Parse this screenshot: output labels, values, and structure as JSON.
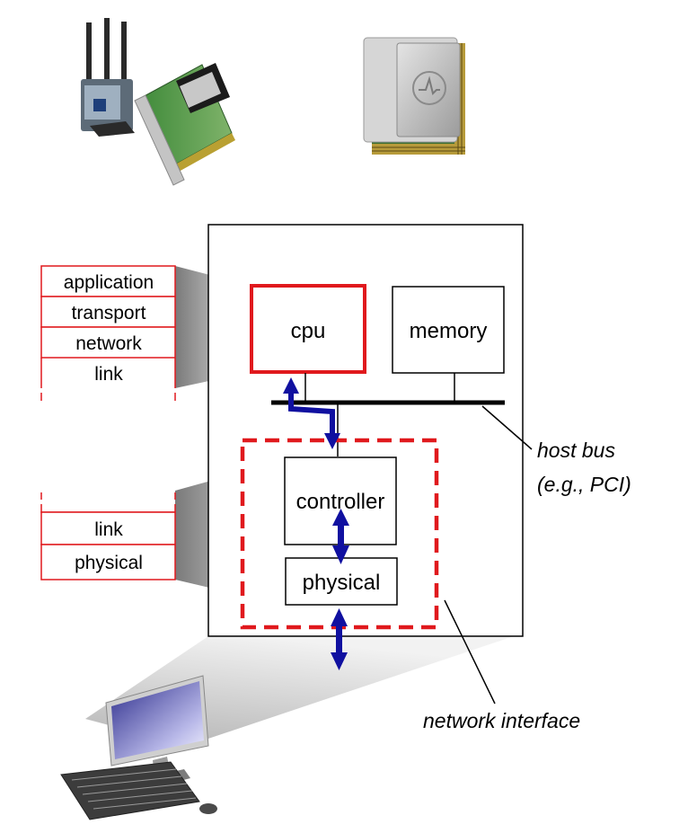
{
  "upper_stack": [
    "application",
    "transport",
    "network",
    "link"
  ],
  "lower_stack": [
    "link",
    "physical"
  ],
  "host": {
    "cpu": "cpu",
    "memory": "memory",
    "controller": "controller",
    "physical": "physical"
  },
  "annotations": {
    "host_bus_line1": "host bus",
    "host_bus_line2": "(e.g., PCI)",
    "network_interface": "network interface"
  },
  "colors": {
    "stack_border": "#e0191d",
    "cpu_border": "#e0191d",
    "nic_dash": "#e0191d",
    "arrow": "#1010a0"
  },
  "icons": [
    "wireless-nic-card-icon",
    "chip-icon",
    "desktop-computer-icon"
  ]
}
